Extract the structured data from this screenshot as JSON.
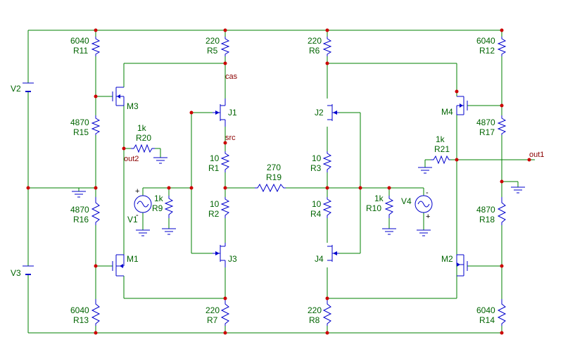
{
  "schematic": {
    "resistors": {
      "R11": {
        "name": "R11",
        "value": "6040"
      },
      "R5": {
        "name": "R5",
        "value": "220"
      },
      "R6": {
        "name": "R6",
        "value": "220"
      },
      "R12": {
        "name": "R12",
        "value": "6040"
      },
      "R15": {
        "name": "R15",
        "value": "4870"
      },
      "R20": {
        "name": "R20",
        "value": "1k"
      },
      "R1": {
        "name": "R1",
        "value": "10"
      },
      "R19": {
        "name": "R19",
        "value": "270"
      },
      "R3": {
        "name": "R3",
        "value": "10"
      },
      "R21": {
        "name": "R21",
        "value": "1k"
      },
      "R17": {
        "name": "R17",
        "value": "4870"
      },
      "R9": {
        "name": "R9",
        "value": "1k"
      },
      "R2": {
        "name": "R2",
        "value": "10"
      },
      "R4": {
        "name": "R4",
        "value": "10"
      },
      "R10": {
        "name": "R10",
        "value": "1k"
      },
      "R16": {
        "name": "R16",
        "value": "4870"
      },
      "R18": {
        "name": "R18",
        "value": "4870"
      },
      "R13": {
        "name": "R13",
        "value": "6040"
      },
      "R7": {
        "name": "R7",
        "value": "220"
      },
      "R8": {
        "name": "R8",
        "value": "220"
      },
      "R14": {
        "name": "R14",
        "value": "6040"
      }
    },
    "transistors": {
      "M3": "M3",
      "M4": "M4",
      "M1": "M1",
      "M2": "M2",
      "J1": "J1",
      "J2": "J2",
      "J3": "J3",
      "J4": "J4"
    },
    "sources": {
      "V1": "V1",
      "V2": "V2",
      "V3": "V3",
      "V4": "V4"
    },
    "nodes": {
      "cas": "cas",
      "src": "src",
      "out1": "out1",
      "out2": "out2"
    },
    "marks": {
      "plus": "+",
      "minus": "-"
    },
    "colors": {
      "wire": "#008000",
      "component": "#0000cc",
      "junction": "#cc0000",
      "label": "#006400",
      "node_label": "#8b0000"
    }
  }
}
